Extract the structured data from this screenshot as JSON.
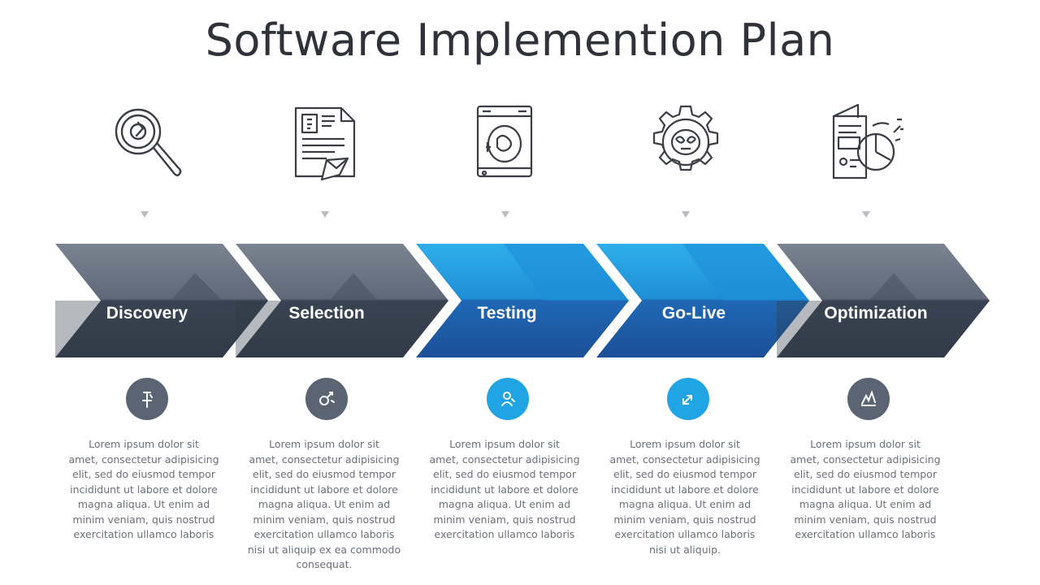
{
  "title": "Software Implemention Plan",
  "colors": {
    "dark": "#3c4656",
    "mid": "#5d6776",
    "light_top": "#76808e",
    "blue_top": "#2aa6e6",
    "blue_mid": "#1d7fc9",
    "blue_dark": "#1d5ba6",
    "badge_gray": "#5a6473",
    "badge_blue": "#21a4e3"
  },
  "stages": [
    {
      "label": "Discovery",
      "icon": "magnifier-icon",
      "badge_icon": "pin-icon",
      "badge_color": "#5a6473",
      "description": [
        "Lorem ipsum dolor sit",
        "amet, consectetur adipisicing",
        "elit, sed do eiusmod tempor",
        "incididunt ut labore et dolore",
        "magna aliqua. Ut enim ad",
        "minim veniam, quis nostrud",
        "exercitation ullamco laboris"
      ]
    },
    {
      "label": "Selection",
      "icon": "document-icon",
      "badge_icon": "link-icon",
      "badge_color": "#5a6473",
      "description": [
        "Lorem ipsum dolor sit",
        "amet, consectetur adipisicing",
        "elit, sed do eiusmod tempor",
        "incididunt ut labore et dolore",
        "magna aliqua. Ut enim ad",
        "minim veniam, quis nostrud",
        "exercitation ullamco laboris",
        "nisi ut aliquip ex ea commodo",
        "consequat."
      ]
    },
    {
      "label": "Testing",
      "icon": "tablet-icon",
      "badge_icon": "user-icon",
      "badge_color": "#21a4e3",
      "description": [
        "Lorem ipsum dolor sit",
        "amet, consectetur adipisicing",
        "elit, sed do eiusmod tempor",
        "incididunt ut labore et dolore",
        "magna aliqua. Ut enim ad",
        "minim veniam, quis nostrud",
        "exercitation ullamco laboris"
      ]
    },
    {
      "label": "Go-Live",
      "icon": "gear-icon",
      "badge_icon": "arrow-icon",
      "badge_color": "#21a4e3",
      "description": [
        "Lorem ipsum dolor sit",
        "amet, consectetur adipisicing",
        "elit, sed do eiusmod tempor",
        "incididunt ut labore et dolore",
        "magna aliqua. Ut enim ad",
        "minim veniam, quis nostrud",
        "exercitation ullamco laboris",
        "nisi ut aliquip."
      ]
    },
    {
      "label": "Optimization",
      "icon": "dashboard-icon",
      "badge_icon": "chart-icon",
      "badge_color": "#5a6473",
      "description": [
        "Lorem ipsum dolor sit",
        "amet, consectetur adipisicing",
        "elit, sed do eiusmod tempor",
        "incididunt ut labore et dolore",
        "magna aliqua. Ut enim ad",
        "minim veniam, quis nostrud",
        "exercitation ullamco laboris"
      ]
    }
  ]
}
